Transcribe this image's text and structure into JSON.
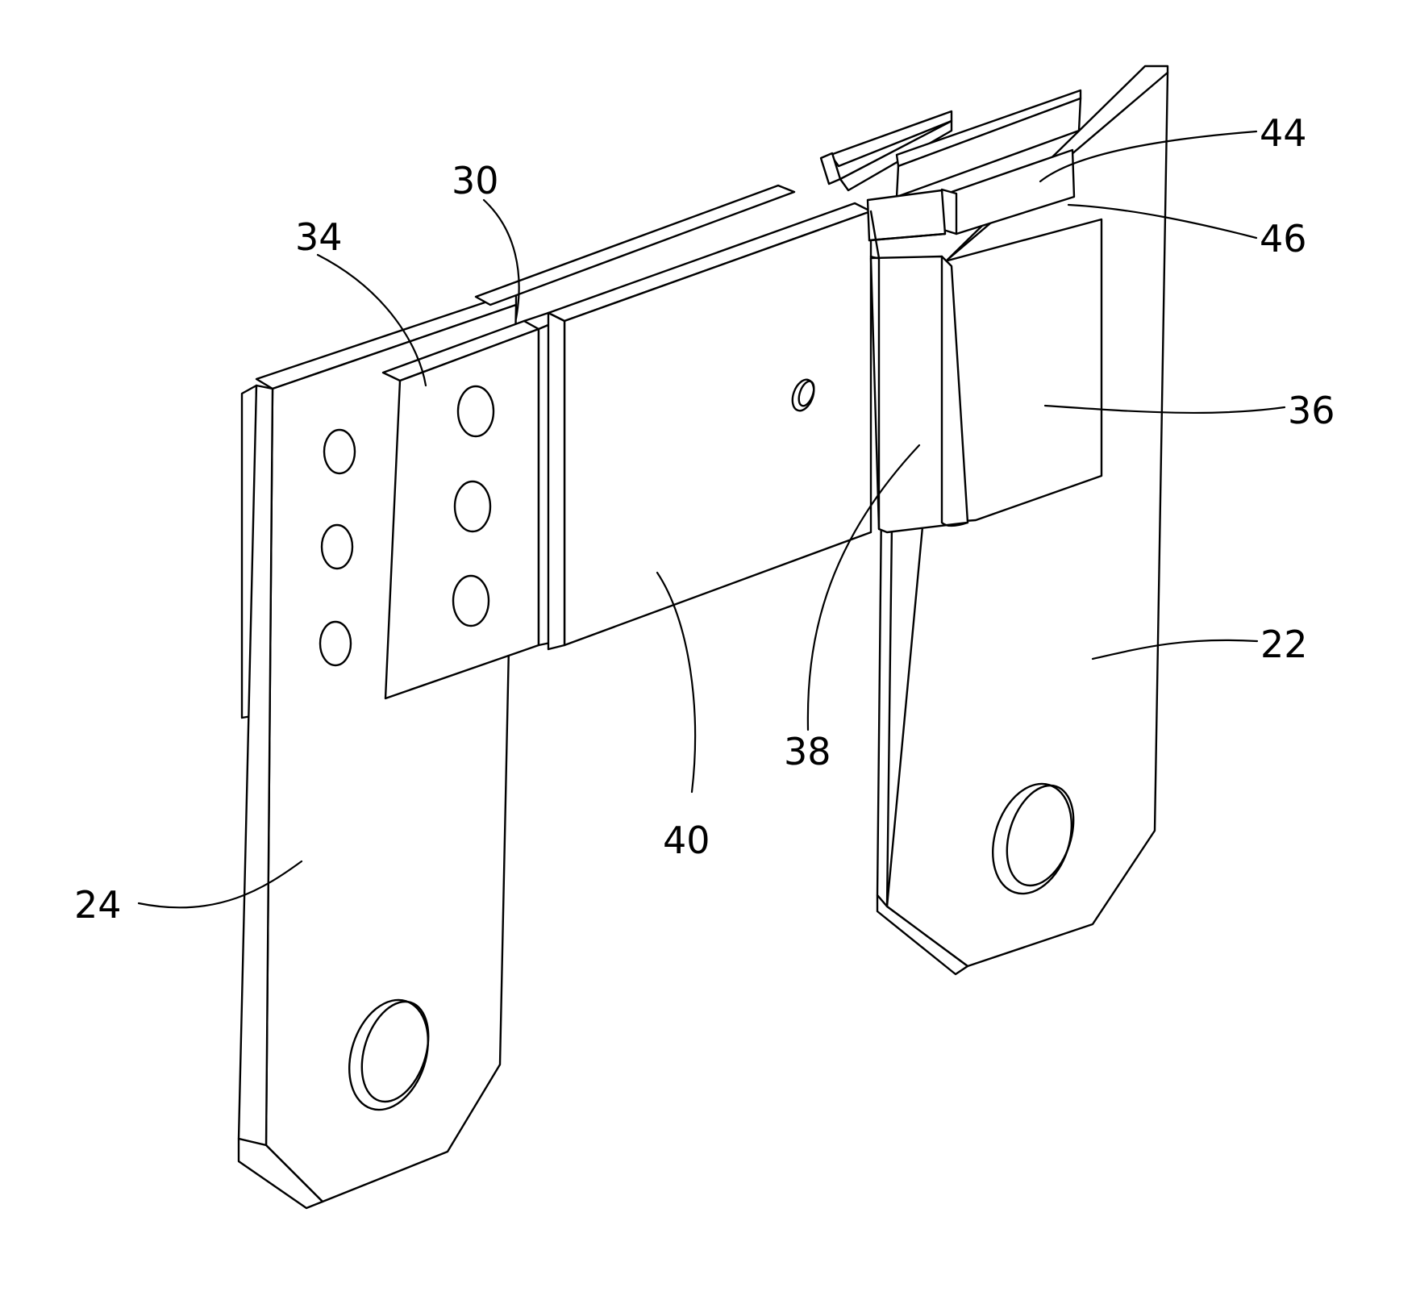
{
  "labels": {
    "l22": "22",
    "l24": "24",
    "l30": "30",
    "l34": "34",
    "l36": "36",
    "l38": "38",
    "l40": "40",
    "l44": "44",
    "l46": "46"
  }
}
